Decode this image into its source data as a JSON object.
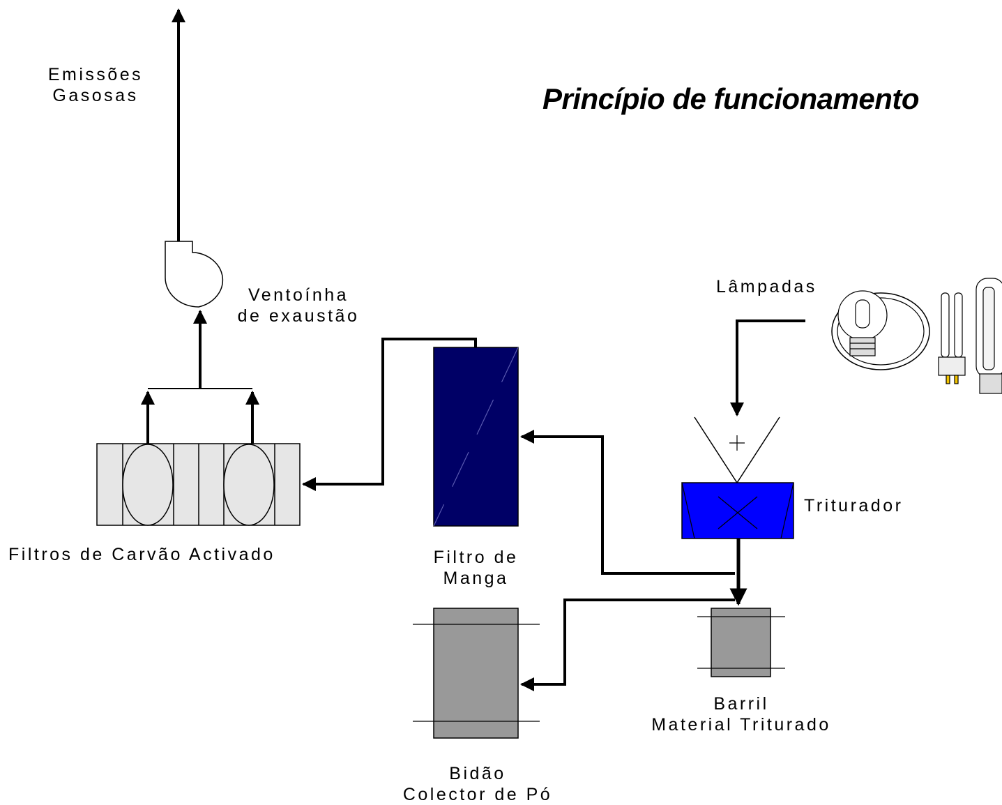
{
  "title": "Princípio de funcionamento",
  "labels": {
    "emissions": [
      "Emissões",
      "Gasosas"
    ],
    "fan": [
      "Ventoínha",
      "de exaustão"
    ],
    "carbon_filters": "Filtros de Carvão Activado",
    "bag_filter": [
      "Filtro de",
      "Manga"
    ],
    "lamps": "Lâmpadas",
    "crusher": "Triturador",
    "barrel": [
      "Barril",
      "Material Triturado"
    ],
    "dust_drum": [
      "Bidão",
      "Colector de Pó"
    ]
  },
  "colors": {
    "bag_filter_fill": "#000066",
    "crusher_fill": "#0000ff",
    "container_fill": "#999999",
    "carbon_filter_fill": "#e6e6e6",
    "line": "#000000"
  }
}
